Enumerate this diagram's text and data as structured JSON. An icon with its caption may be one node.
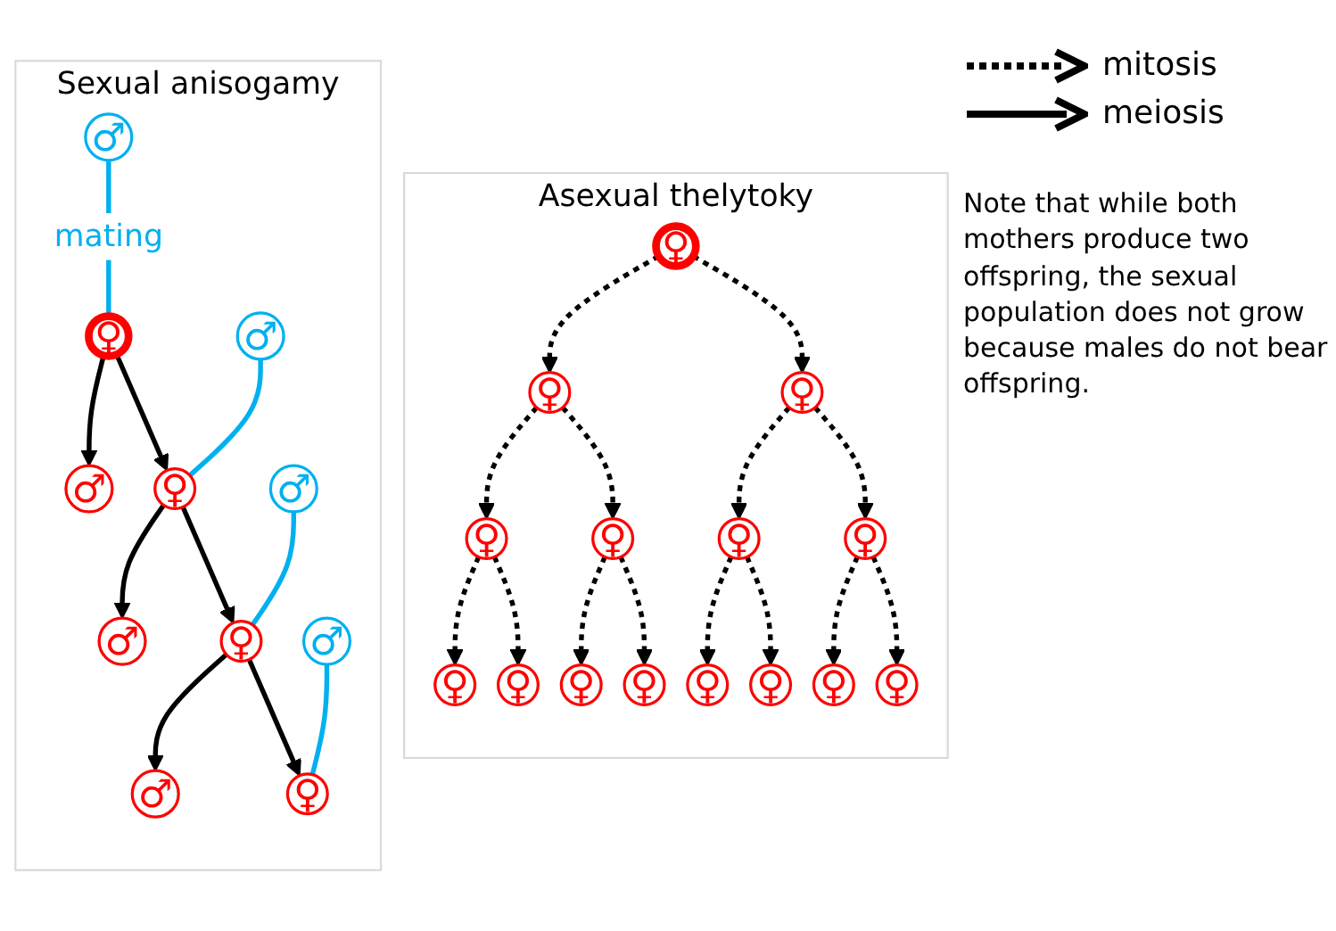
{
  "diagram": {
    "caption": "Note that while both mothers produce two offspring, the sexual population does not grow because males do not bear offspring.",
    "nodes": [
      {
        "text": [
          "Asexual thelytoky"
        ]
      },
      {
        "text": [
          "♀"
        ],
        "in": 0
      },
      {
        "text": [
          "♀"
        ],
        "in": 0
      },
      {
        "text": [
          "♀"
        ],
        "in": 0
      },
      {
        "text": [
          "♀"
        ],
        "in": 0
      },
      {
        "text": [
          "♀"
        ],
        "in": 0
      },
      {
        "text": [
          "♀"
        ],
        "in": 0
      },
      {
        "text": [
          "♀"
        ],
        "in": 0
      },
      {
        "text": [
          "♀"
        ],
        "in": 0
      },
      {
        "text": [
          "♀"
        ],
        "in": 0
      },
      {
        "text": [
          "♀"
        ],
        "in": 0
      },
      {
        "text": [
          "♀"
        ],
        "in": 0
      },
      {
        "text": [
          "♀"
        ],
        "in": 0
      },
      {
        "text": [
          "♀"
        ],
        "in": 0
      },
      {
        "text": [
          "♀"
        ],
        "in": 0
      },
      {
        "text": [
          "♀"
        ],
        "in": 0
      },
      {
        "text": [
          "Sexual anisogamy"
        ]
      },
      {
        "text": [
          "♂"
        ],
        "in": 16
      },
      {
        "text": [
          "♀"
        ],
        "in": 16
      },
      {
        "text": [
          "♂"
        ],
        "in": 16
      },
      {
        "text": [
          "♀"
        ],
        "in": 16
      },
      {
        "text": [
          "♂"
        ],
        "in": 16
      },
      {
        "text": [
          "♂"
        ],
        "in": 16
      },
      {
        "text": [
          "♀"
        ],
        "in": 16
      },
      {
        "text": [
          "♂"
        ],
        "in": 16
      },
      {
        "text": [
          "♂"
        ],
        "in": 16
      },
      {
        "text": [
          "♀"
        ],
        "in": 16
      },
      {
        "text": [
          "♂"
        ],
        "in": 16
      }
    ],
    "edges": [
      {
        "from": 1,
        "to": 2,
        "arrow": "to",
        "style": "dashed"
      },
      {
        "from": 1,
        "to": 3,
        "arrow": "to",
        "style": "dashed"
      },
      {
        "from": 2,
        "to": 4,
        "arrow": "to",
        "style": "dashed"
      },
      {
        "from": 2,
        "to": 5,
        "arrow": "to",
        "style": "dashed"
      },
      {
        "from": 3,
        "to": 6,
        "arrow": "to",
        "style": "dashed"
      },
      {
        "from": 3,
        "to": 7,
        "arrow": "to",
        "style": "dashed"
      },
      {
        "from": 4,
        "to": 8,
        "arrow": "to",
        "style": "dashed"
      },
      {
        "from": 4,
        "to": 9,
        "arrow": "to",
        "style": "dashed"
      },
      {
        "from": 5,
        "to": 10,
        "arrow": "to",
        "style": "dashed"
      },
      {
        "from": 5,
        "to": 11,
        "arrow": "to",
        "style": "dashed"
      },
      {
        "from": 6,
        "to": 12,
        "arrow": "to",
        "style": "dashed"
      },
      {
        "from": 6,
        "to": 13,
        "arrow": "to",
        "style": "dashed"
      },
      {
        "from": 7,
        "to": 14,
        "arrow": "to",
        "style": "dashed"
      },
      {
        "from": 7,
        "to": 15,
        "arrow": "to",
        "style": "dashed"
      },
      {
        "from": 17,
        "to": 18,
        "arrow": "none",
        "label": "mating",
        "color": "#00b0f0"
      },
      {
        "from": 18,
        "to": 20,
        "arrow": "to"
      },
      {
        "from": 18,
        "to": 21,
        "arrow": "to"
      },
      {
        "from": 19,
        "to": 20,
        "arrow": "none",
        "color": "#00b0f0"
      },
      {
        "from": 20,
        "to": 23,
        "arrow": "to"
      },
      {
        "from": 20,
        "to": 24,
        "arrow": "to"
      },
      {
        "from": 22,
        "to": 23,
        "arrow": "none",
        "color": "#00b0f0"
      },
      {
        "from": 23,
        "to": 26,
        "arrow": "to"
      },
      {
        "from": 23,
        "to": 27,
        "arrow": "to"
      },
      {
        "from": 25,
        "to": 26,
        "arrow": "none",
        "color": "#00b0f0"
      }
    ],
    "legend": [
      {
        "text": "mitosis"
      },
      {
        "text": "meiosis"
      }
    ]
  }
}
